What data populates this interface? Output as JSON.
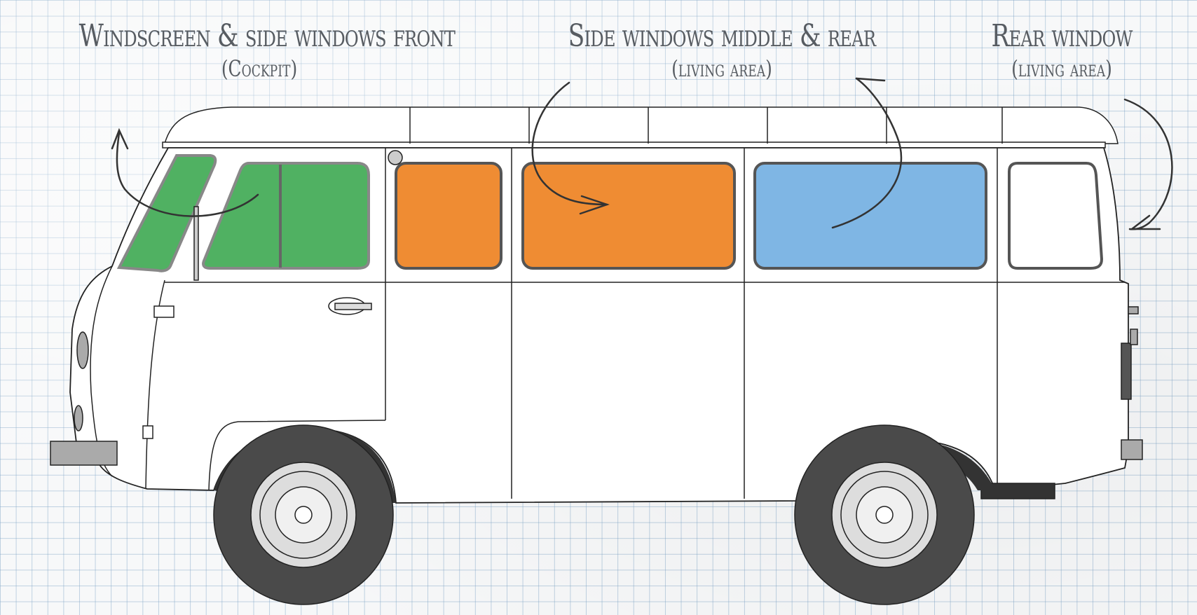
{
  "labels": {
    "front": {
      "title": "Windscreen & side windows front",
      "subtitle": "(Cockpit)"
    },
    "middle": {
      "title": "Side windows middle & rear",
      "subtitle": "(living area)"
    },
    "rear": {
      "title": "Rear window",
      "subtitle": "(living area)"
    }
  },
  "colors": {
    "front_windows": "#47ad5a",
    "middle_windows": "#ef8c33",
    "rear_side_window": "#7fb6e4",
    "body": "#ffffff",
    "outline": "#222222",
    "tyre": "#4a4a4a",
    "arrow": "#333333"
  },
  "icons": [
    "curved-arrow-icon"
  ]
}
